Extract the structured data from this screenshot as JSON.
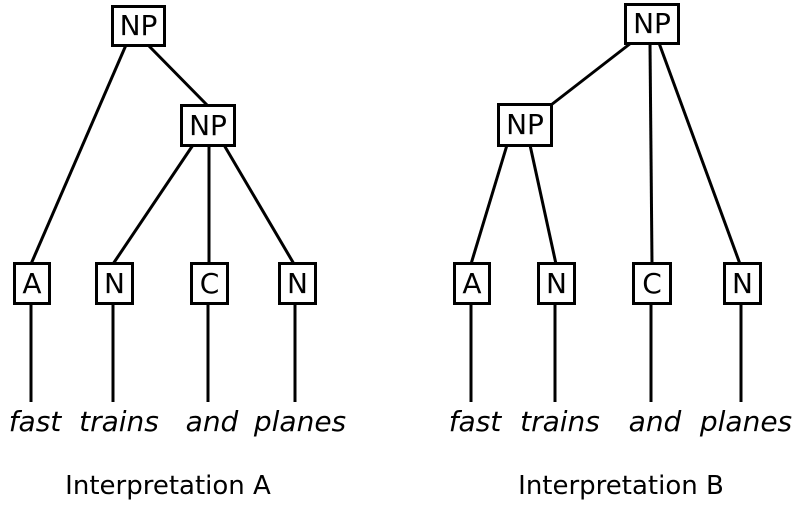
{
  "colors": {
    "background": "#ffffff",
    "stroke": "#000000",
    "text": "#000000"
  },
  "phrase": "fast trains and planes",
  "trees": [
    {
      "id": "A",
      "caption": "Interpretation A",
      "root": {
        "label": "NP"
      },
      "inner": {
        "label": "NP"
      },
      "leaves": [
        {
          "label": "A",
          "word": "fast"
        },
        {
          "label": "N",
          "word": "trains"
        },
        {
          "label": "C",
          "word": "and"
        },
        {
          "label": "N",
          "word": "planes"
        }
      ]
    },
    {
      "id": "B",
      "caption": "Interpretation B",
      "root": {
        "label": "NP"
      },
      "inner": {
        "label": "NP"
      },
      "leaves": [
        {
          "label": "A",
          "word": "fast"
        },
        {
          "label": "N",
          "word": "trains"
        },
        {
          "label": "C",
          "word": "and"
        },
        {
          "label": "N",
          "word": "planes"
        }
      ]
    }
  ]
}
